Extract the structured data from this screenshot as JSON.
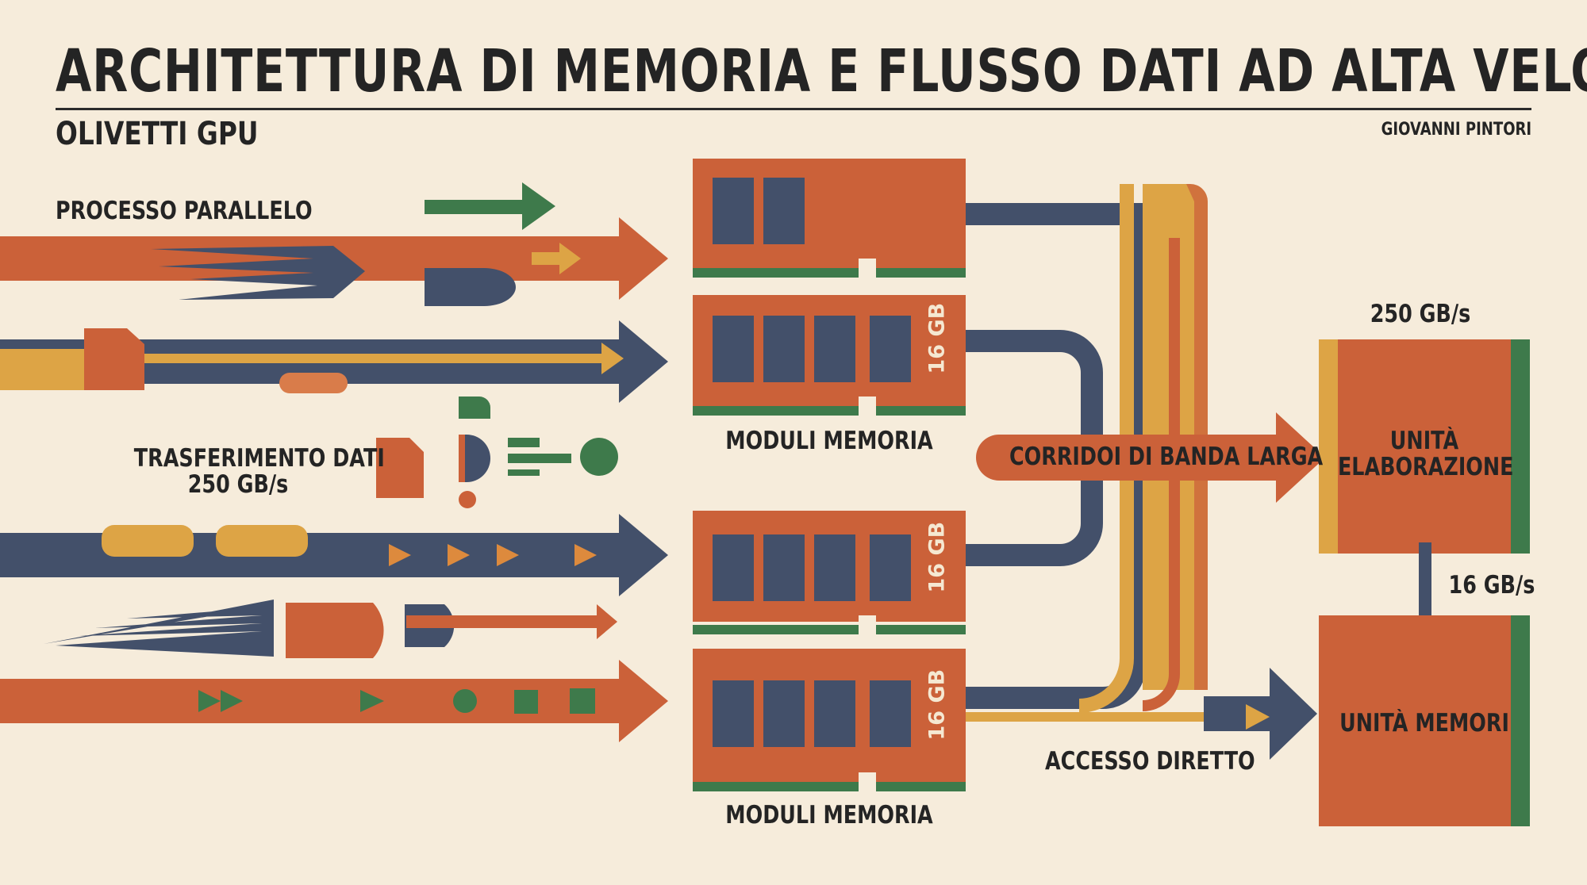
{
  "title": "ARCHITETTURA DI MEMORIA E FLUSSO DATI AD ALTA VELOCITÀ",
  "subtitle": "OLIVETTI GPU",
  "author": "GIOVANNI PINTORI",
  "labels": {
    "parallel_process": "PROCESSO PARALLELO",
    "data_transfer": [
      "TRASFERIMENTO DATI",
      "250 GB/s"
    ],
    "memory_modules_top": "MODULI MEMORIA",
    "memory_modules_bottom": "MODULI MEMORIA",
    "broadband_corridors": "CORRIDOI DI BANDA LARGA",
    "direct_access": "ACCESSO DIRETTO",
    "bandwidth_top": "250 GB/s",
    "bandwidth_link": "16 GB/s",
    "processing_unit": [
      "UNITÀ",
      "ELABORAZIONE"
    ],
    "memory_unit": "UNITÀ MEMORI"
  },
  "memory_modules": [
    {
      "capacity": ""
    },
    {
      "capacity": "16 GB"
    },
    {
      "capacity": "16 GB"
    },
    {
      "capacity": "16 GB"
    }
  ],
  "colors": {
    "background": "#f6ecdb",
    "orange": "#cb6139",
    "navy": "#43506a",
    "mustard": "#dda445",
    "green": "#3e7a4b",
    "ink": "#242424"
  }
}
